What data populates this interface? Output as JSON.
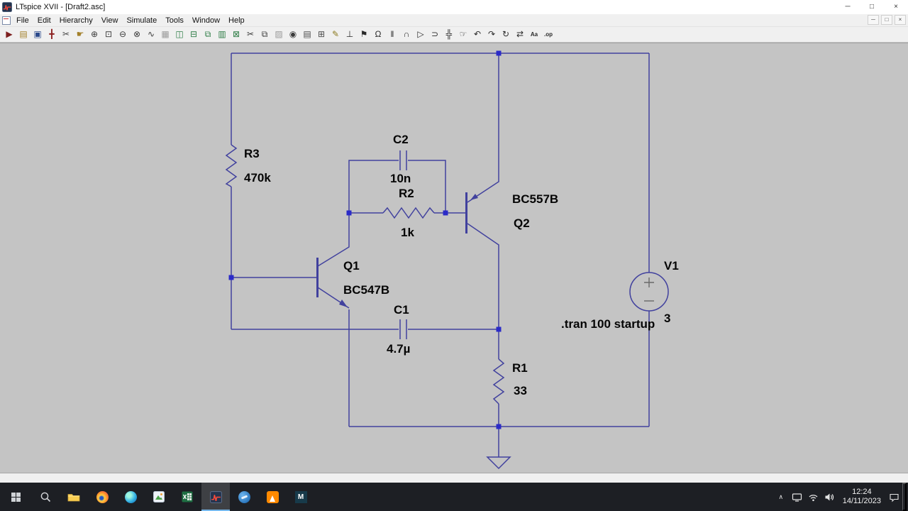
{
  "window": {
    "title": "LTspice XVII - [Draft2.asc]",
    "controls": {
      "minimize": "─",
      "maximize": "□",
      "close": "×"
    }
  },
  "menu": {
    "items": [
      "File",
      "Edit",
      "Hierarchy",
      "View",
      "Simulate",
      "Tools",
      "Window",
      "Help"
    ]
  },
  "toolbar": {
    "icons": [
      {
        "name": "run",
        "glyph": "▶",
        "color": "#7d1f1f"
      },
      {
        "name": "open",
        "glyph": "▤",
        "color": "#a3802a"
      },
      {
        "name": "save",
        "glyph": "▣",
        "color": "#2c4a8c"
      },
      {
        "name": "control-panel",
        "glyph": "╋",
        "color": "#8c2020"
      },
      {
        "name": "cut-tool",
        "glyph": "✂",
        "color": "#444444"
      },
      {
        "name": "pan",
        "glyph": "☛",
        "color": "#a3802a"
      },
      {
        "name": "zoom-in",
        "glyph": "⊕",
        "color": "#3a3a3a"
      },
      {
        "name": "zoom-box",
        "glyph": "⊡",
        "color": "#3a3a3a"
      },
      {
        "name": "zoom-out",
        "glyph": "⊖",
        "color": "#3a3a3a"
      },
      {
        "name": "zoom-full",
        "glyph": "⊗",
        "color": "#3a3a3a"
      },
      {
        "name": "autoscale",
        "glyph": "∿",
        "color": "#3a3a3a"
      },
      {
        "name": "plot-settings",
        "glyph": "▦",
        "color": "#9a9a9a"
      },
      {
        "name": "tile-vertical",
        "glyph": "◫",
        "color": "#2e7d46"
      },
      {
        "name": "tile-horizontal",
        "glyph": "⊟",
        "color": "#2e7d46"
      },
      {
        "name": "cascade-windows",
        "glyph": "⧉",
        "color": "#2e7d46"
      },
      {
        "name": "arrange-icons",
        "glyph": "▥",
        "color": "#2e7d46"
      },
      {
        "name": "close-pane",
        "glyph": "⊠",
        "color": "#2e7d46"
      },
      {
        "name": "cut",
        "glyph": "✂",
        "color": "#3a3a3a"
      },
      {
        "name": "copy",
        "glyph": "⧉",
        "color": "#3a3a3a"
      },
      {
        "name": "paste",
        "glyph": "▨",
        "color": "#9a9a9a"
      },
      {
        "name": "find",
        "glyph": "◉",
        "color": "#3a3a3a"
      },
      {
        "name": "print",
        "glyph": "▤",
        "color": "#4a4a4a"
      },
      {
        "name": "print-preview",
        "glyph": "⊞",
        "color": "#4a4a4a"
      },
      {
        "name": "draw-wire",
        "glyph": "✎",
        "color": "#8c7a1f"
      },
      {
        "name": "ground",
        "glyph": "⊥",
        "color": "#2a2a2a"
      },
      {
        "name": "net-label",
        "glyph": "⚑",
        "color": "#2a2a2a"
      },
      {
        "name": "resistor",
        "glyph": "Ω",
        "color": "#2a2a2a"
      },
      {
        "name": "capacitor",
        "glyph": "‖",
        "color": "#2a2a2a"
      },
      {
        "name": "inductor",
        "glyph": "∩",
        "color": "#2a2a2a"
      },
      {
        "name": "diode",
        "glyph": "▷",
        "color": "#2a2a2a"
      },
      {
        "name": "component",
        "glyph": "⊃",
        "color": "#2a2a2a"
      },
      {
        "name": "move",
        "glyph": "╬",
        "color": "#2a2a2a"
      },
      {
        "name": "drag",
        "glyph": "☞",
        "color": "#2a2a2a"
      },
      {
        "name": "undo",
        "glyph": "↶",
        "color": "#2a2a2a"
      },
      {
        "name": "redo",
        "glyph": "↷",
        "color": "#2a2a2a"
      },
      {
        "name": "rotate",
        "glyph": "↻",
        "color": "#2a2a2a"
      },
      {
        "name": "mirror",
        "glyph": "⇄",
        "color": "#2a2a2a"
      },
      {
        "name": "text",
        "glyph": "Aa",
        "color": "#2a2a2a"
      },
      {
        "name": "spice-directive",
        "glyph": ".op",
        "color": "#2a2a2a"
      }
    ]
  },
  "schematic": {
    "directive": ".tran 100 startup",
    "components": {
      "R3": {
        "ref": "R3",
        "value": "470k"
      },
      "R2": {
        "ref": "R2",
        "value": "1k"
      },
      "R1": {
        "ref": "R1",
        "value": "33"
      },
      "C2": {
        "ref": "C2",
        "value": "10n"
      },
      "C1": {
        "ref": "C1",
        "value": "4.7µ"
      },
      "Q1": {
        "ref": "Q1",
        "value": "BC547B"
      },
      "Q2": {
        "ref": "Q2",
        "value": "BC557B"
      },
      "V1": {
        "ref": "V1",
        "value": "3"
      }
    },
    "colors": {
      "wire": "#41419e",
      "junction": "#2b2bc8",
      "canvas": "#c4c4c4",
      "label_text": "#050505"
    }
  },
  "statusbar": {
    "text": ""
  },
  "taskbar": {
    "apps": [
      {
        "name": "start"
      },
      {
        "name": "search"
      },
      {
        "name": "file-explorer"
      },
      {
        "name": "firefox"
      },
      {
        "name": "edge"
      },
      {
        "name": "photos"
      },
      {
        "name": "excel"
      },
      {
        "name": "ltspice",
        "active": true
      },
      {
        "name": "thunderbird"
      },
      {
        "name": "vlc"
      },
      {
        "name": "app-m",
        "label": "M"
      }
    ],
    "tray": {
      "time": "12:24",
      "date": "14/11/2023"
    },
    "colors": {
      "bar": "#1d1f24",
      "active_accent": "#76b9ed"
    }
  }
}
